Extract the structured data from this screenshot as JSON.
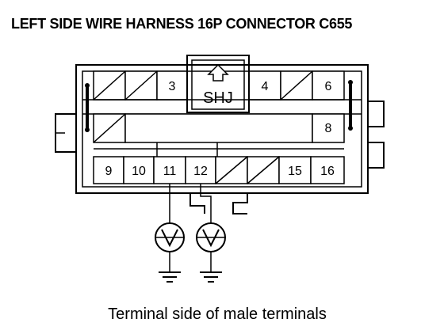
{
  "title": "LEFT SIDE WIRE HARNESS 16P CONNECTOR C655",
  "caption": "Terminal side of male terminals",
  "connector": {
    "key_label": "SHJ",
    "top_row": {
      "pin_3": "3",
      "pin_4": "4",
      "pin_6": "6"
    },
    "middle_row": {
      "pin_8": "8"
    },
    "bottom_row": {
      "pin_9": "9",
      "pin_10": "10",
      "pin_11": "11",
      "pin_12": "12",
      "pin_15": "15",
      "pin_16": "16"
    }
  },
  "meters": [
    {
      "symbol": "V"
    },
    {
      "symbol": "V"
    }
  ]
}
